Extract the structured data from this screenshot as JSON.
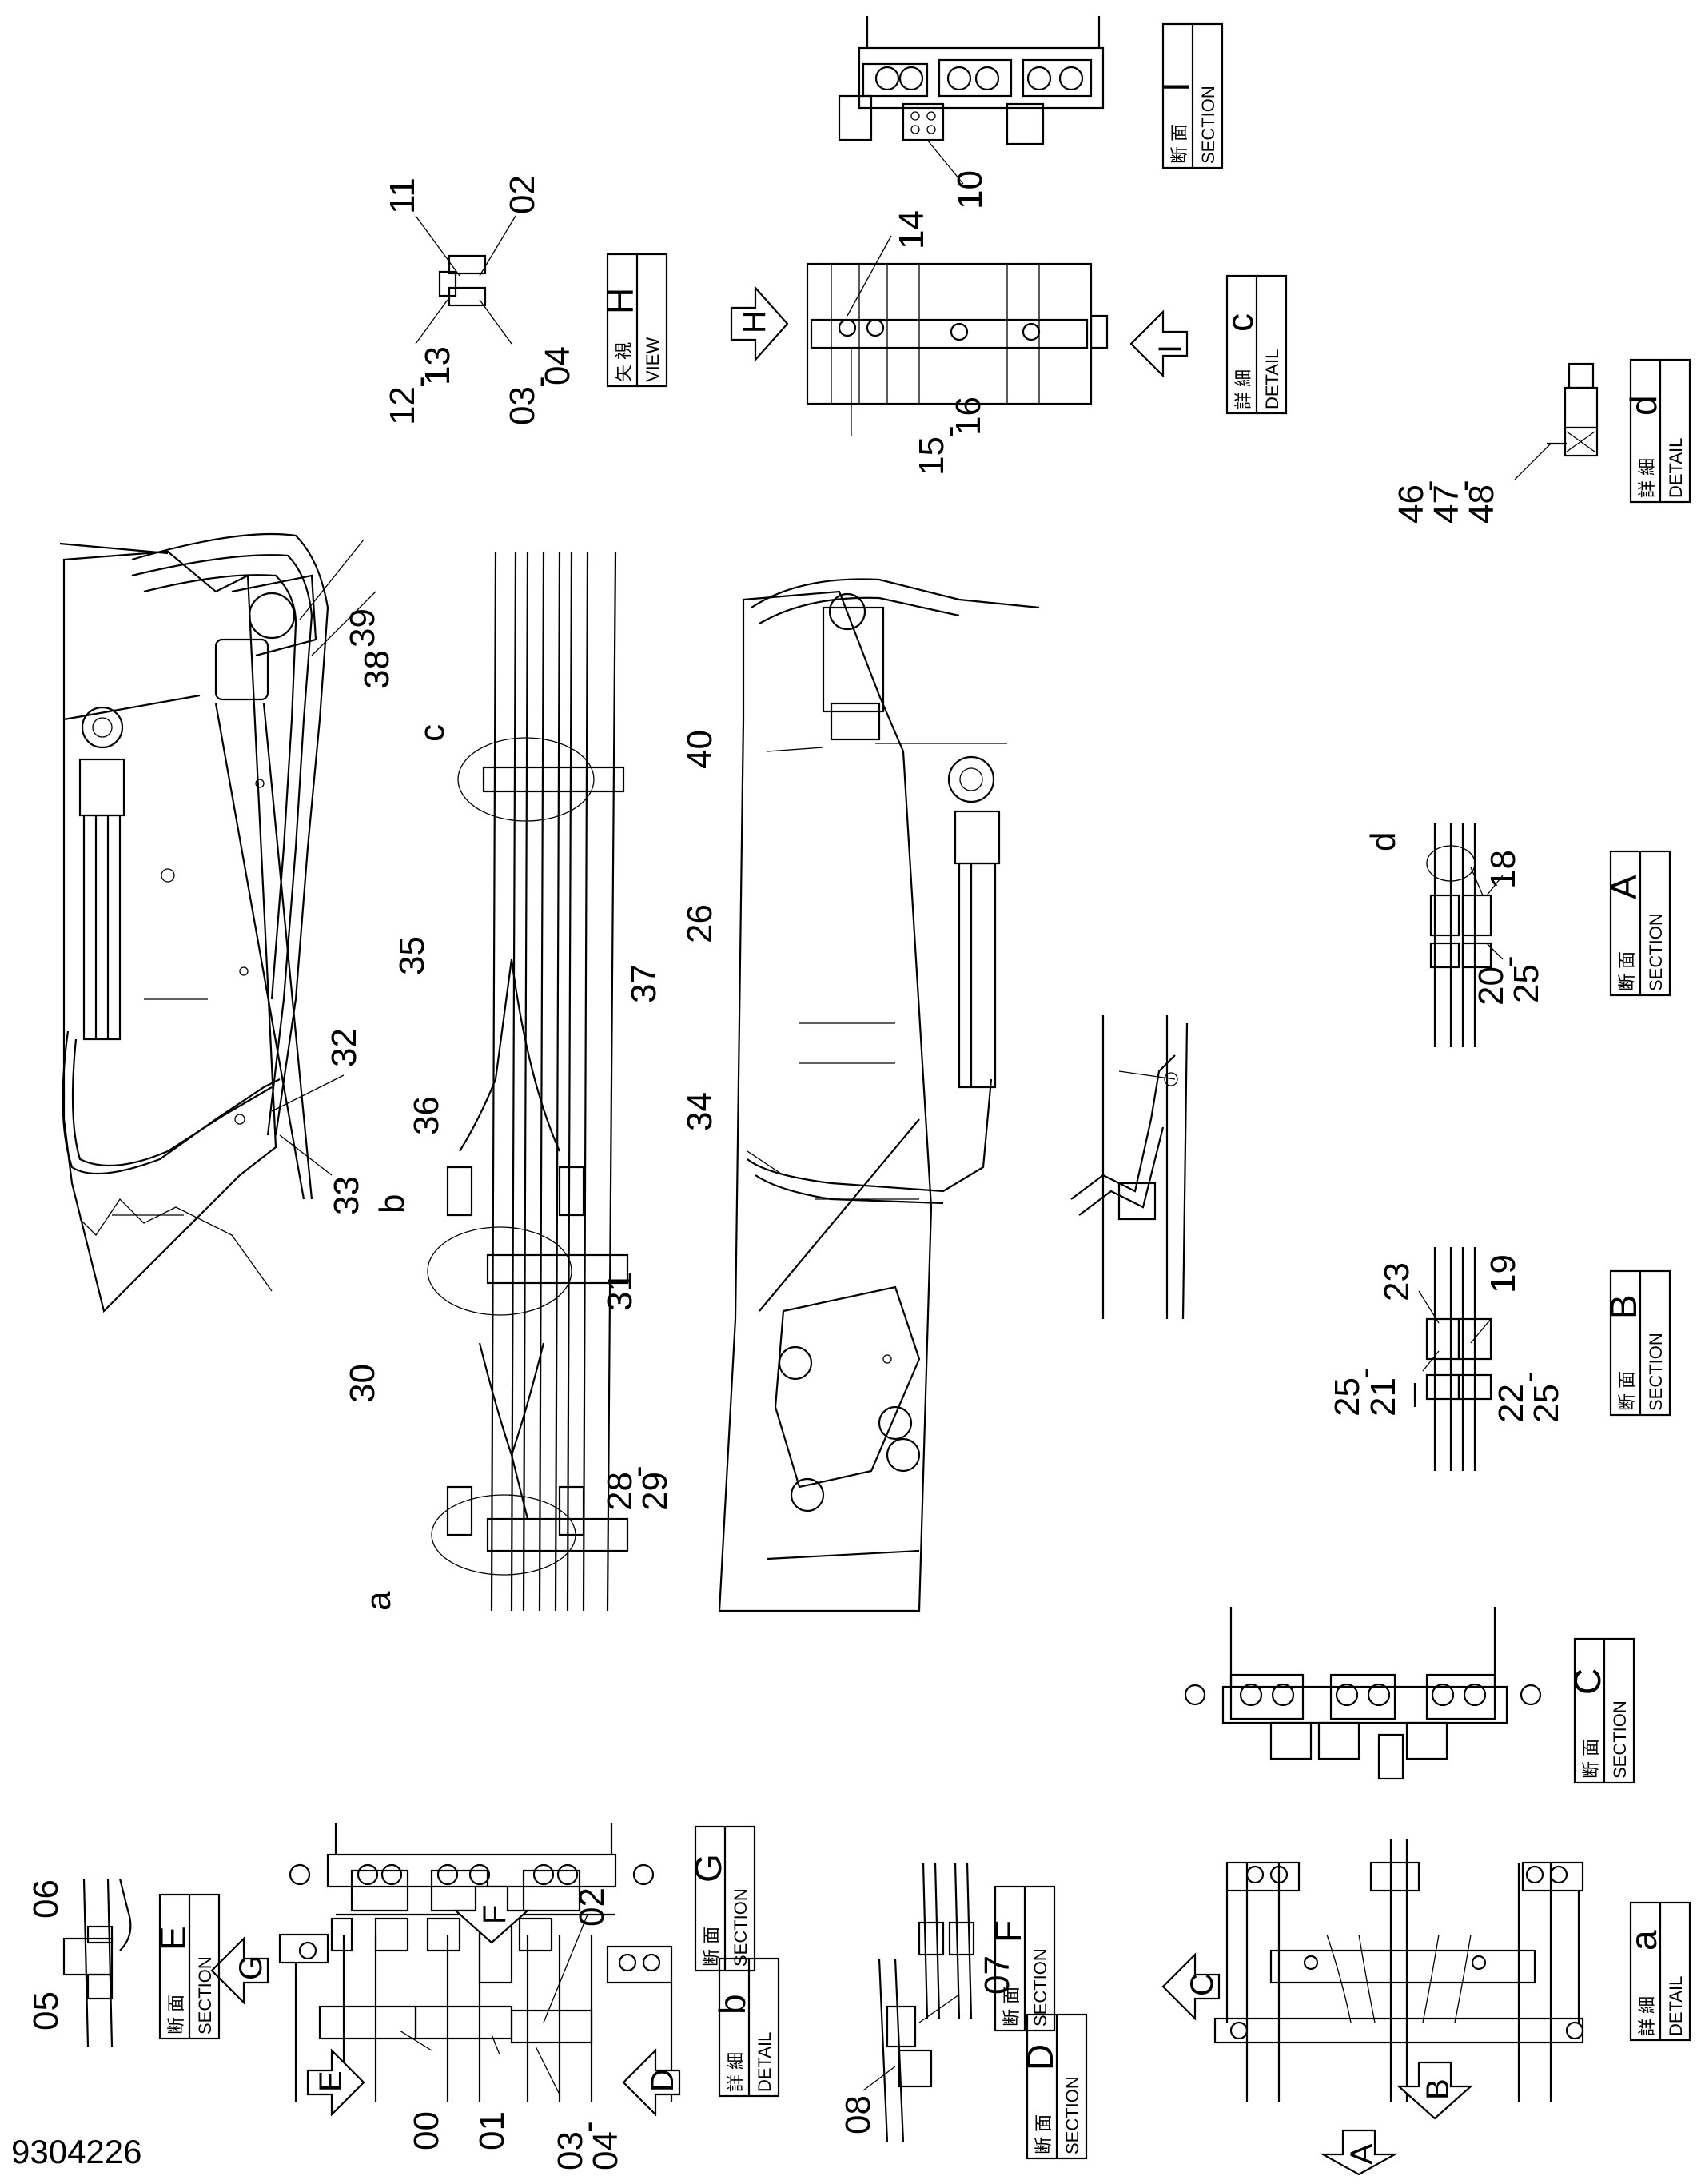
{
  "drawing_number": "9304226",
  "callouts": [
    {
      "id": "c11",
      "text": "11"
    },
    {
      "id": "c02h",
      "text": "02"
    },
    {
      "id": "c12",
      "text": "12"
    },
    {
      "id": "c12d",
      "text": "-"
    },
    {
      "id": "c13",
      "text": "13"
    },
    {
      "id": "c03h",
      "text": "03"
    },
    {
      "id": "c03hd",
      "text": "-"
    },
    {
      "id": "c04h",
      "text": "04"
    },
    {
      "id": "c10",
      "text": "10"
    },
    {
      "id": "c14",
      "text": "14"
    },
    {
      "id": "c15",
      "text": "15"
    },
    {
      "id": "c15d",
      "text": "-"
    },
    {
      "id": "c16",
      "text": "16"
    },
    {
      "id": "c46",
      "text": "46"
    },
    {
      "id": "c46d",
      "text": "-"
    },
    {
      "id": "c47",
      "text": "47"
    },
    {
      "id": "c47d",
      "text": "-"
    },
    {
      "id": "c48",
      "text": "48"
    },
    {
      "id": "c39",
      "text": "39"
    },
    {
      "id": "c38",
      "text": "38"
    },
    {
      "id": "c32",
      "text": "32"
    },
    {
      "id": "c33",
      "text": "33"
    },
    {
      "id": "cc",
      "text": "c"
    },
    {
      "id": "c35",
      "text": "35"
    },
    {
      "id": "c37",
      "text": "37"
    },
    {
      "id": "c36",
      "text": "36"
    },
    {
      "id": "cb",
      "text": "b"
    },
    {
      "id": "c30",
      "text": "30"
    },
    {
      "id": "c31",
      "text": "31"
    },
    {
      "id": "c28",
      "text": "28"
    },
    {
      "id": "c28d",
      "text": "-"
    },
    {
      "id": "c29",
      "text": "29"
    },
    {
      "id": "ca",
      "text": "a"
    },
    {
      "id": "c40",
      "text": "40"
    },
    {
      "id": "c26",
      "text": "26"
    },
    {
      "id": "c34",
      "text": "34"
    },
    {
      "id": "cd",
      "text": "d"
    },
    {
      "id": "c18",
      "text": "18"
    },
    {
      "id": "c20",
      "text": "20"
    },
    {
      "id": "c20d",
      "text": "-"
    },
    {
      "id": "c25a",
      "text": "25"
    },
    {
      "id": "c23",
      "text": "23"
    },
    {
      "id": "c19",
      "text": "19"
    },
    {
      "id": "c25b",
      "text": "25"
    },
    {
      "id": "c25bd",
      "text": "-"
    },
    {
      "id": "c21",
      "text": "21"
    },
    {
      "id": "c22",
      "text": "22"
    },
    {
      "id": "c22d",
      "text": "-"
    },
    {
      "id": "c25c",
      "text": "25"
    },
    {
      "id": "c06",
      "text": "06"
    },
    {
      "id": "c05",
      "text": "05"
    },
    {
      "id": "c02b",
      "text": "02"
    },
    {
      "id": "c00",
      "text": "00"
    },
    {
      "id": "c01",
      "text": "01"
    },
    {
      "id": "c03b",
      "text": "03"
    },
    {
      "id": "c03bd",
      "text": "-"
    },
    {
      "id": "c04b",
      "text": "04"
    },
    {
      "id": "c07",
      "text": "07"
    },
    {
      "id": "c08",
      "text": "08"
    }
  ],
  "label_boxes": [
    {
      "id": "box-section-i",
      "jp": "断 面",
      "en": "SECTION",
      "letter": "I"
    },
    {
      "id": "box-view-h",
      "jp": "矢 視",
      "en": "VIEW",
      "letter": "H"
    },
    {
      "id": "box-detail-c",
      "jp": "詳 細",
      "en": "DETAIL",
      "letter": "c"
    },
    {
      "id": "box-detail-d",
      "jp": "詳 細",
      "en": "DETAIL",
      "letter": "d"
    },
    {
      "id": "box-section-a",
      "jp": "断 面",
      "en": "SECTION",
      "letter": "A"
    },
    {
      "id": "box-section-b",
      "jp": "断 面",
      "en": "SECTION",
      "letter": "B"
    },
    {
      "id": "box-section-c",
      "jp": "断 面",
      "en": "SECTION",
      "letter": "C"
    },
    {
      "id": "box-section-e",
      "jp": "断 面",
      "en": "SECTION",
      "letter": "E"
    },
    {
      "id": "box-section-g",
      "jp": "断 面",
      "en": "SECTION",
      "letter": "G"
    },
    {
      "id": "box-section-f",
      "jp": "断 面",
      "en": "SECTION",
      "letter": "F"
    },
    {
      "id": "box-detail-b",
      "jp": "詳 細",
      "en": "DETAIL",
      "letter": "b"
    },
    {
      "id": "box-section-d",
      "jp": "断 面",
      "en": "SECTION",
      "letter": "D"
    },
    {
      "id": "box-detail-a",
      "jp": "詳 細",
      "en": "DETAIL",
      "letter": "a"
    }
  ],
  "view_arrows": [
    {
      "id": "arrow-h",
      "letter": "H"
    },
    {
      "id": "arrow-i",
      "letter": "I"
    },
    {
      "id": "arrow-f",
      "letter": "F"
    },
    {
      "id": "arrow-g",
      "letter": "G"
    },
    {
      "id": "arrow-e",
      "letter": "E"
    },
    {
      "id": "arrow-d",
      "letter": "D"
    },
    {
      "id": "arrow-c",
      "letter": "C"
    },
    {
      "id": "arrow-b",
      "letter": "B"
    },
    {
      "id": "arrow-a",
      "letter": "A"
    }
  ]
}
